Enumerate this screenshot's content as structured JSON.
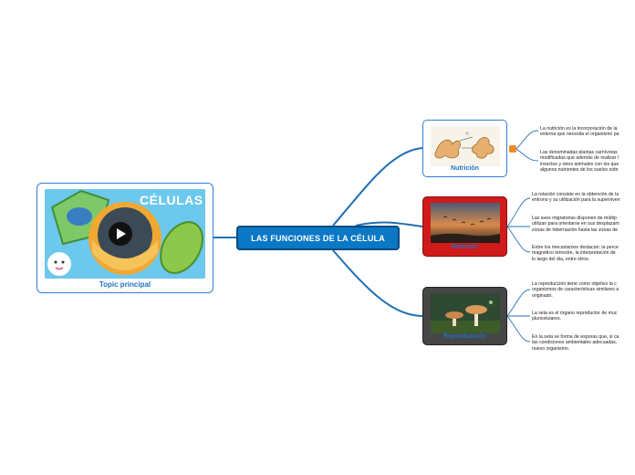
{
  "center": {
    "title": "LAS FUNCIONES DE LA CÉLULA"
  },
  "topic": {
    "label": "Topic principal",
    "image_title": "CÉLULAS"
  },
  "branches": [
    {
      "label": "Nutrición",
      "notes": [
        "La nutrición es la incorporación de la\nexterna que necesita el organismo pa",
        "Las denominadas plantas carnívoras\nmodificadas que además de realizar l\ninsectos y otros animales con los que\nalgunos nutrientes de los suelos sobr"
      ]
    },
    {
      "label": "Relación",
      "notes": [
        "La relación consiste en la obtención de la\nentrono y su utilización para la superviven",
        "Las aves migratorias disponen de múltip\nutilizan para orientarse en sus desplazam\nzonas de hibernación hasta las zonas de",
        "Entre los mecanismos destacan: la perce\nmagnético terrestre, la interpretación de\nlo largo del día, entre otros."
      ]
    },
    {
      "label": "Reproducción",
      "notes": [
        "La reproducción tiene como objetivo la c\norganismos de características similares a\noriginado.",
        "La seta es el órgano reproductor de muc\npluricelulares.",
        "En la seta se forma de esporas que, si ca\nlas condiciones ambientales adecuadas,\nnuevo organismo."
      ]
    }
  ],
  "colors": {
    "link": "#1f6fb3",
    "center": "#0b78c5",
    "relacion": "#d11a1a",
    "reproduccion": "#464646"
  }
}
